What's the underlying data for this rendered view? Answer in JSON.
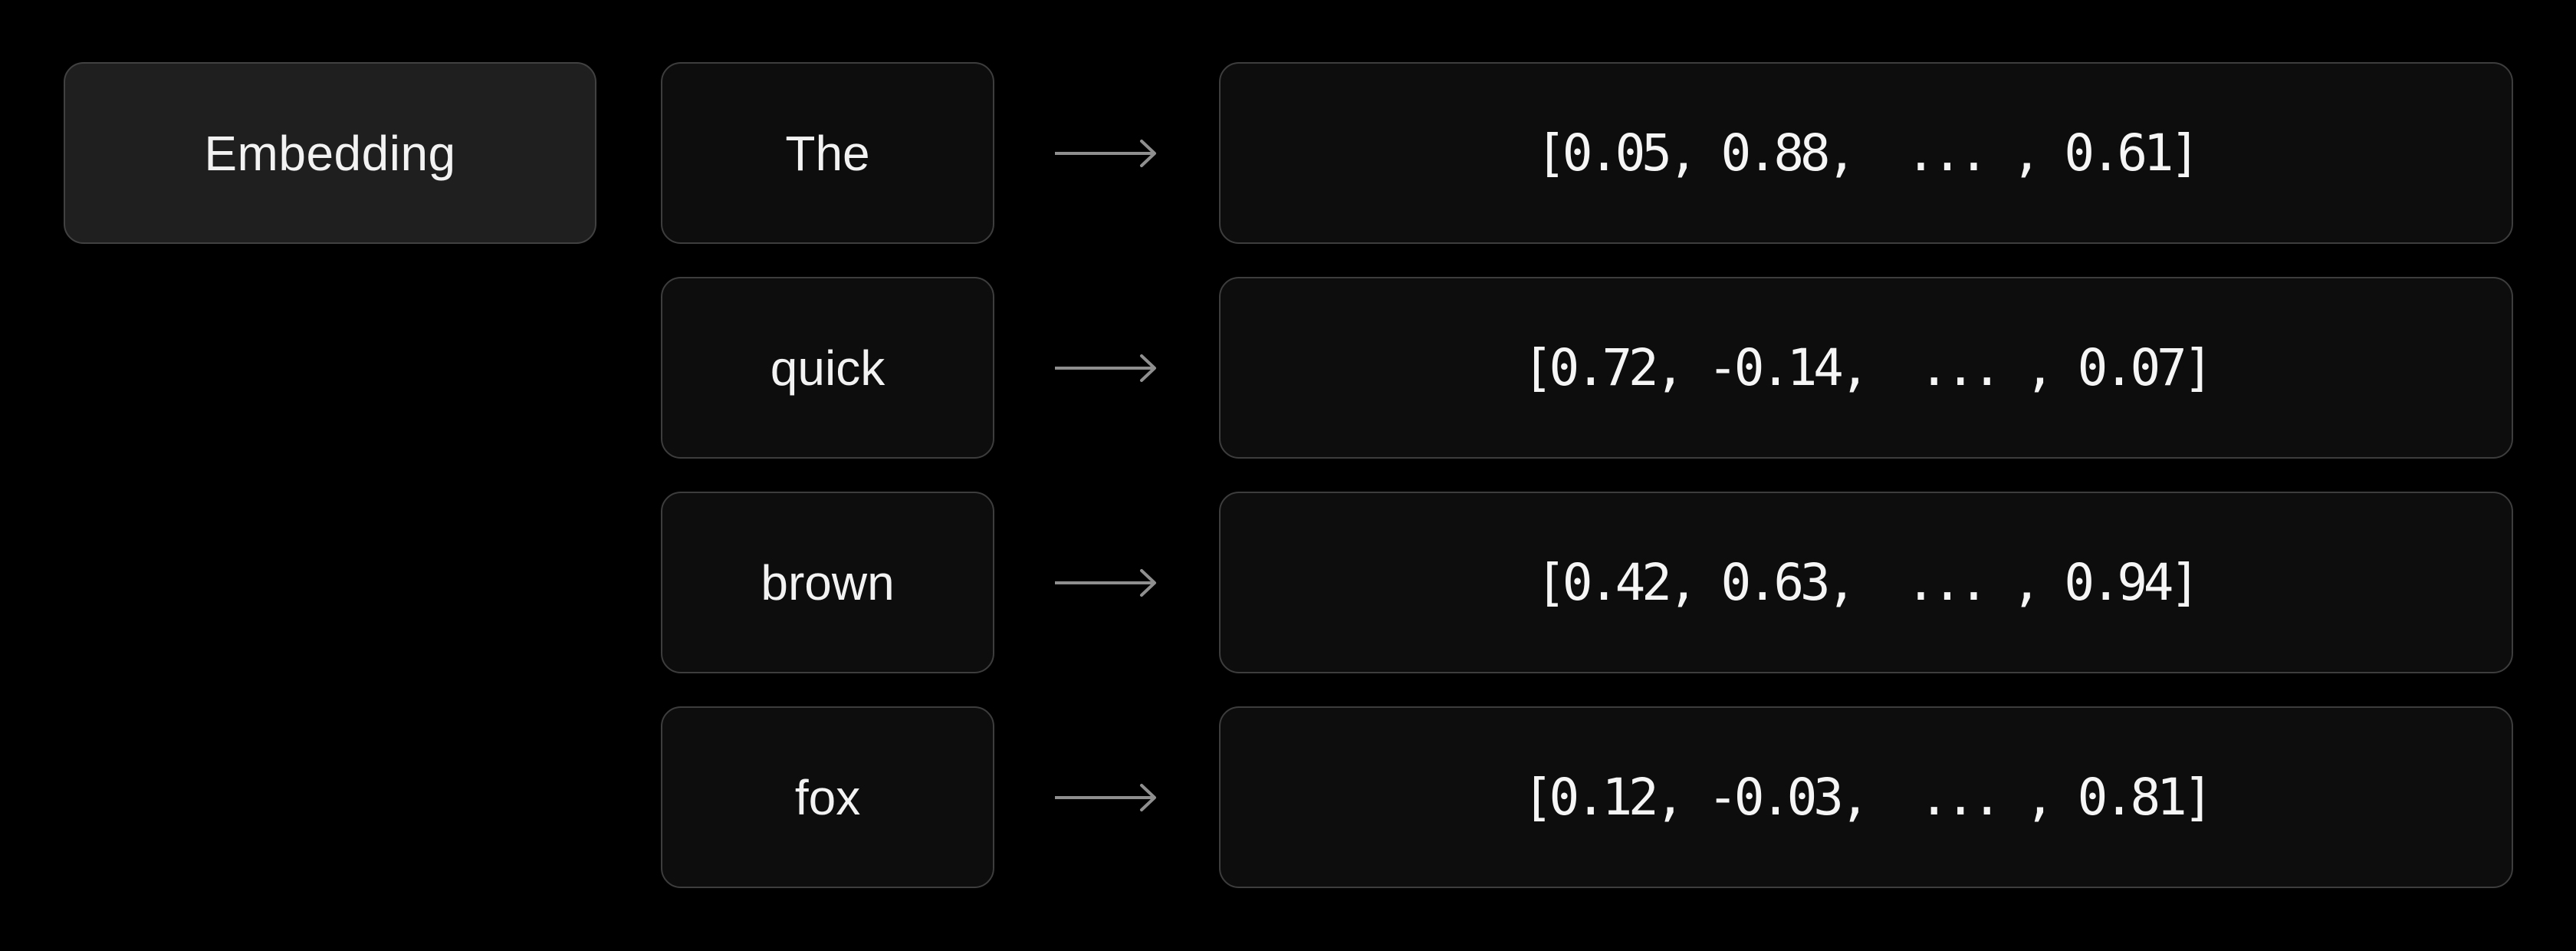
{
  "diagram": {
    "label_box": {
      "label": "Embedding"
    },
    "rows": [
      {
        "token": "The",
        "vector": "[0.05, 0.88,  ... , 0.61]"
      },
      {
        "token": "quick",
        "vector": "[0.72, -0.14,  ... , 0.07]"
      },
      {
        "token": "brown",
        "vector": "[0.42, 0.63,  ... , 0.94]"
      },
      {
        "token": "fox",
        "vector": "[0.12, -0.03,  ... , 0.81]"
      }
    ],
    "colors": {
      "background": "#000000",
      "box_fill": "#0d0d0d",
      "label_box_fill": "#1f1f1f",
      "box_border": "#3d3d3d",
      "arrow": "#8f8f8f",
      "text": "#f2f2f2"
    }
  }
}
